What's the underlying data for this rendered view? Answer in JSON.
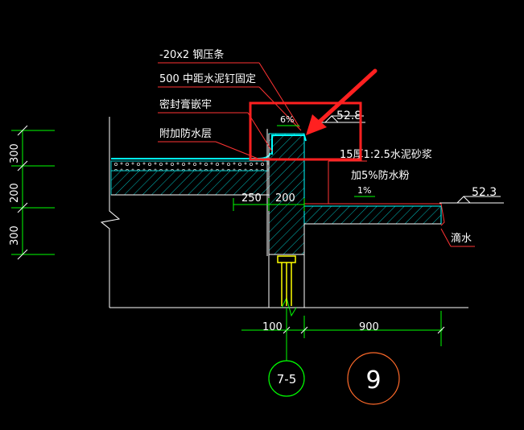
{
  "drawing": {
    "colors": {
      "background": "#000000",
      "text": "#ffffff",
      "dimension": "#00ff00",
      "leader": "#ff3333",
      "concrete": "#00ffff",
      "hatch": "#00aaaa",
      "highlight": "#ff2020",
      "elevation": "#ffffff",
      "window": "#ffff00",
      "circle_green": "#00ff00",
      "circle_orange": "#ff6a2a"
    },
    "notes": {
      "steel_strip": "-20x2  钢压条",
      "nails": "500  中距水泥钉固定",
      "sealant": "密封膏嵌牢",
      "waterproof": "附加防水层",
      "mortar": "15厚1:2.5水泥砂浆",
      "additive": "加5%防水粉",
      "drip": "滴水"
    },
    "elevations": {
      "parapet_top": "52.8",
      "canopy": "52.3"
    },
    "slope": {
      "parapet_top": "6%",
      "canopy": "1%"
    },
    "dimensions": {
      "vertical": [
        "300",
        "200",
        "300"
      ],
      "wall_thickness": "250",
      "parapet_thickness": "200",
      "window_offset": "100",
      "canopy_width": "900"
    },
    "axis": {
      "label": "7-5"
    },
    "detail": {
      "number": "9"
    }
  }
}
